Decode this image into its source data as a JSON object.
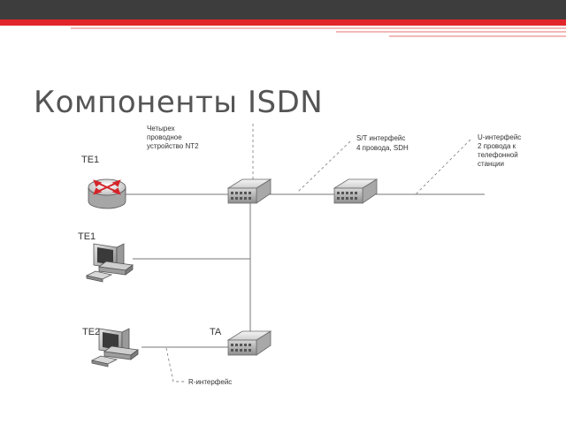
{
  "slide": {
    "title": "Компоненты ISDN",
    "colors": {
      "topbar": "#3d3d3d",
      "accent": "#e0262a",
      "title": "#555555"
    }
  },
  "diagram": {
    "nt2_label": [
      "Четырех",
      "проводное",
      "устройство NT2"
    ],
    "st_label": [
      "S/T интерфейс",
      "4 провода, SDH"
    ],
    "u_label": [
      "U-интерфейс",
      "2 провода к",
      "телефонной",
      "станции"
    ],
    "r_label": "R-интерфейс",
    "te1_router_label": "TE1",
    "te1_pc_label": "TE1",
    "te2_label": "TE2",
    "ta_label": "TA",
    "icons": [
      "router-icon",
      "workstation-icon",
      "switch-icon"
    ]
  }
}
